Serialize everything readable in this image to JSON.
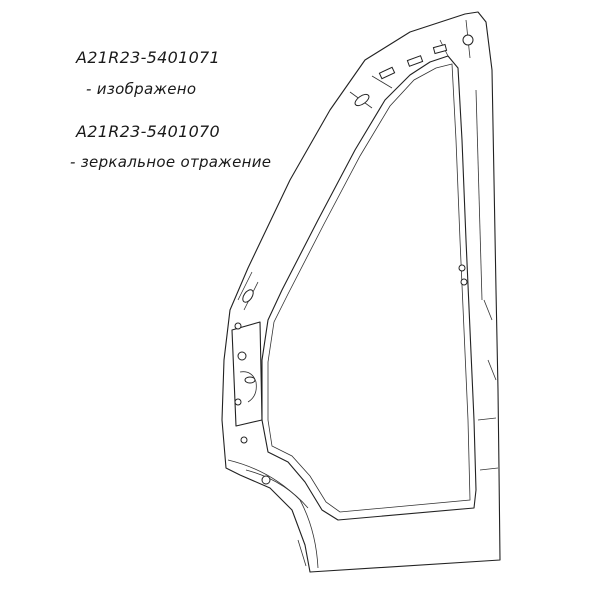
{
  "captions": {
    "part_left": "A21R23-5401071",
    "part_left_note": "- изображено",
    "part_right": "A21R23-5401070",
    "part_right_note": "- зеркальное отражение"
  },
  "drawing": {
    "subject": "door-frame-side-panel",
    "line_color": "#222222",
    "background_color": "#ffffff"
  }
}
